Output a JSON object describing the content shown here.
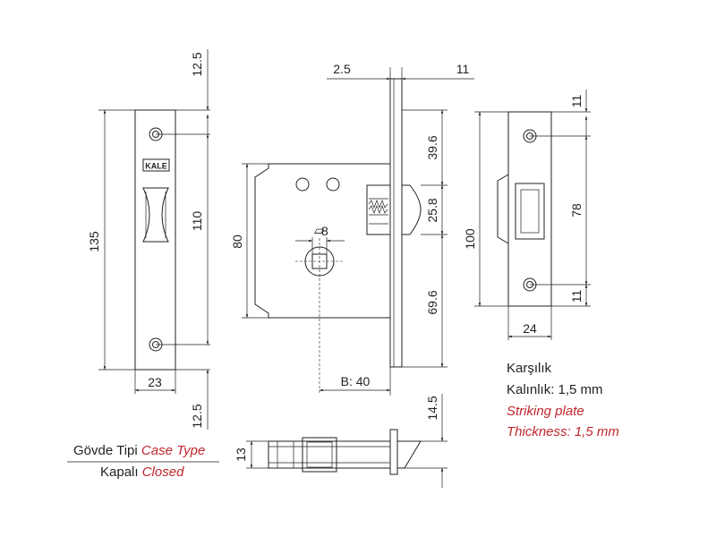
{
  "dimensions": {
    "case_top_offset": "12.5",
    "case_bottom_offset": "12.5",
    "case_height": "135",
    "case_width": "23",
    "screw_spacing": "110",
    "backset_gap": "2.5",
    "faceplate_thickness": "11",
    "body_height": "80",
    "latch_top": "39.6",
    "latch_height": "25.8",
    "latch_bottom": "69.6",
    "spindle_size": "8",
    "backset": "B: 40",
    "side_height": "13",
    "side_projection": "14.5",
    "strike_top": "11",
    "strike_spacing": "78",
    "strike_bottom": "11",
    "strike_height": "100",
    "strike_width": "24"
  },
  "logo_text": "KALE",
  "spindle_symbol": "▱",
  "strike_label": {
    "title_tr": "Karşılık",
    "thickness_tr": "Kalınlık: 1,5 mm",
    "title_en": "Striking plate",
    "thickness_en": "Thickness: 1,5 mm"
  },
  "case_label": {
    "type_tr": "Gövde Tipi",
    "type_en": "Case Type",
    "closed_tr": "Kapalı",
    "closed_en": "Closed"
  },
  "colors": {
    "line": "#231f20",
    "accent_red": "#c0272d"
  }
}
